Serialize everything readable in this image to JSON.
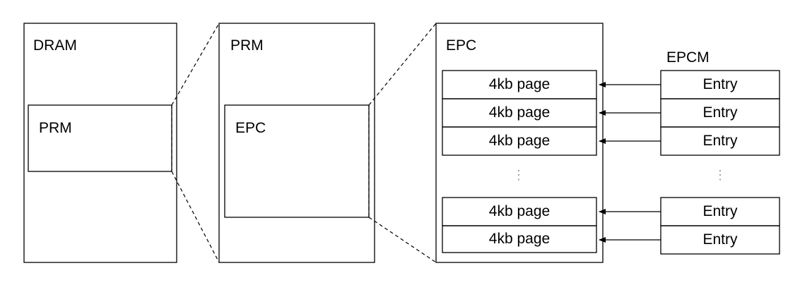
{
  "dram": {
    "title": "DRAM",
    "inner_label": "PRM"
  },
  "prm": {
    "title": "PRM",
    "inner_label": "EPC"
  },
  "epc": {
    "title": "EPC",
    "pages": [
      "4kb page",
      "4kb page",
      "4kb page",
      "4kb page",
      "4kb page"
    ],
    "ellipsis": "⋮"
  },
  "epcm": {
    "title": "EPCM",
    "entries": [
      "Entry",
      "Entry",
      "Entry",
      "Entry",
      "Entry"
    ],
    "ellipsis": "⋮"
  },
  "colors": {
    "stroke": "#000000",
    "ellipsis": "#999999"
  }
}
